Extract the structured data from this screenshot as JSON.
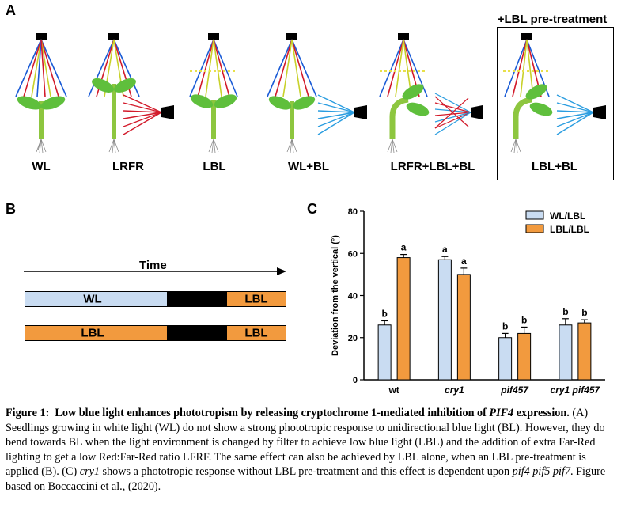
{
  "panels": {
    "a": "A",
    "b": "B",
    "c": "C"
  },
  "panel_a": {
    "pretreatment_title": "+LBL pre-treatment",
    "scenarios": [
      "WL",
      "LRFR",
      "LBL",
      "WL+BL",
      "LRFR+LBL+BL",
      "LBL+BL"
    ]
  },
  "panel_b": {
    "axis_label": "Time",
    "row1": {
      "first": "WL",
      "last": "LBL"
    },
    "row2": {
      "first": "LBL",
      "last": "LBL"
    }
  },
  "colors": {
    "wl_bar": "#c9dcf2",
    "lbl_bar": "#f29a3e",
    "dark": "#000000",
    "leaf": "#5fbf3c",
    "stem": "#8dc63f",
    "blue_light": "#1a5bd6",
    "red_light": "#d21a2a",
    "yellow_light": "#c8d12a",
    "cyan_light": "#2a9de0",
    "lbl_dash": "#e8e04a"
  },
  "chart_data": {
    "type": "bar",
    "categories": [
      "wt",
      "cry1",
      "pif457",
      "cry1 pif457"
    ],
    "series": [
      {
        "name": "WL/LBL",
        "color": "#c9dcf2",
        "values": [
          26,
          57,
          20,
          26
        ],
        "errors": [
          2,
          1.5,
          2,
          3
        ],
        "letters": [
          "b",
          "a",
          "b",
          "b"
        ]
      },
      {
        "name": "LBL/LBL",
        "color": "#f29a3e",
        "values": [
          58,
          50,
          22,
          27
        ],
        "errors": [
          1.5,
          3,
          3,
          1.5
        ],
        "letters": [
          "a",
          "a",
          "b",
          "b"
        ]
      }
    ],
    "ylabel": "Deviation from the vertical (°)",
    "ylim": [
      0,
      80
    ],
    "yticks": [
      0,
      20,
      40,
      60,
      80
    ],
    "legend_position": "top-right"
  },
  "caption": {
    "label": "Figure 1:",
    "title_bold": "Low blue light enhances phototropism by releasing cryptochrome 1-mediated inhibition of ",
    "title_gene": "PIF4",
    "title_end": " expression.",
    "body_1": " (A) Seedlings growing in white light (WL) do not show a strong phototropic response to unidirectional blue light (BL). However, they do bend towards BL when the light environment is changed by filter to achieve low blue light (LBL) and the addition of extra Far-Red lighting to get a low Red:Far-Red ratio LFRF. The same effect can also be achieved by LBL alone, when an LBL pre-treatment is applied (B). (C) ",
    "gene_cry1": "cry1",
    "body_2": " shows a phototropic response without LBL pre-treatment and this effect is dependent upon ",
    "genes_pif": "pif4 pif5 pif7",
    "body_3": ". Figure based on Boccaccini et al., (2020)."
  }
}
